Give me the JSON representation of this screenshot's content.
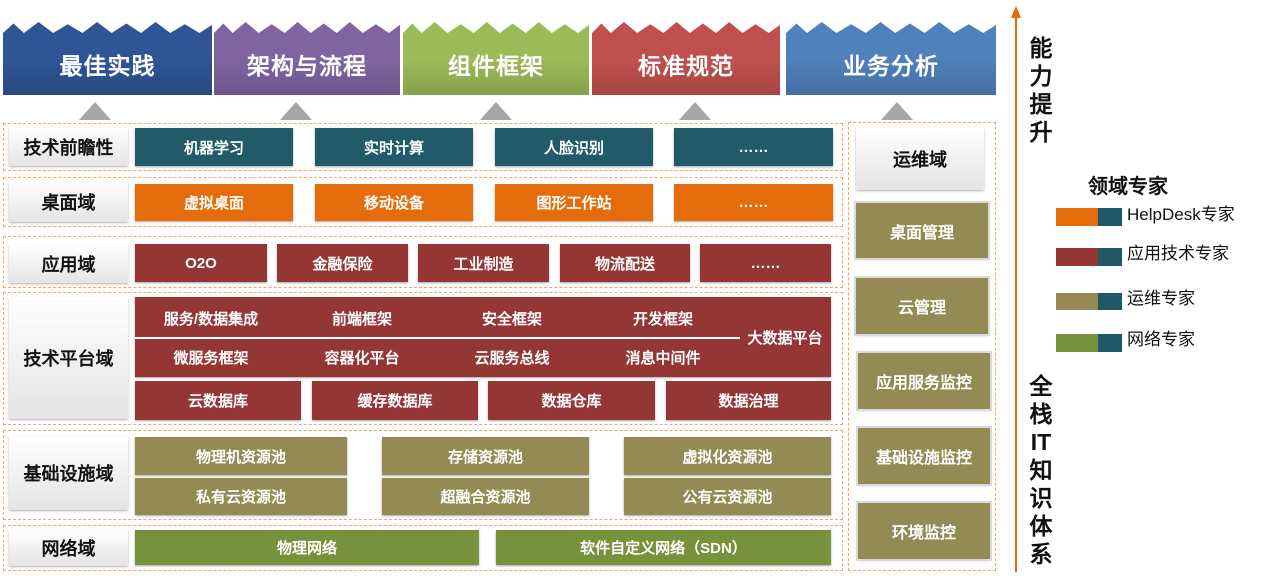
{
  "banner": [
    {
      "label": "最佳实践",
      "color": "#2F5597"
    },
    {
      "label": "架构与流程",
      "color": "#8064A2"
    },
    {
      "label": "组件框架",
      "color": "#9BBB59"
    },
    {
      "label": "标准规范",
      "color": "#C0504D"
    },
    {
      "label": "业务分析",
      "color": "#4F81BD"
    }
  ],
  "domains": {
    "tech_foresight": {
      "label": "技术前瞻性",
      "color": "#215A69",
      "items": [
        "机器学习",
        "实时计算",
        "人脸识别",
        "……"
      ]
    },
    "desktop": {
      "label": "桌面域",
      "color": "#E46C0A",
      "items": [
        "虚拟桌面",
        "移动设备",
        "图形工作站",
        "……"
      ]
    },
    "application": {
      "label": "应用域",
      "color": "#943634",
      "items": [
        "O2O",
        "金融保险",
        "工业制造",
        "物流配送",
        "……"
      ]
    },
    "tech_platform": {
      "label": "技术平台域",
      "color": "#943634",
      "middleware_row1": [
        "服务/数据集成",
        "前端框架",
        "安全框架",
        "开发框架"
      ],
      "middleware_row2": [
        "微服务框架",
        "容器化平台",
        "云服务总线",
        "消息中间件"
      ],
      "big_data": "大数据平台",
      "databases": [
        "云数据库",
        "缓存数据库",
        "数据仓库",
        "数据治理"
      ]
    },
    "infrastructure": {
      "label": "基础设施域",
      "color": "#948A54",
      "row1": [
        "物理机资源池",
        "存储资源池",
        "虚拟化资源池"
      ],
      "row2": [
        "私有云资源池",
        "超融合资源池",
        "公有云资源池"
      ]
    },
    "network": {
      "label": "网络域",
      "color": "#76923C",
      "items": [
        "物理网络",
        "软件自定义网络（SDN）"
      ]
    }
  },
  "operations": {
    "label": "运维域",
    "color": "#948A54",
    "items": [
      "桌面管理",
      "云管理",
      "应用服务监控",
      "基础设施监控",
      "环境监控"
    ]
  },
  "side_labels": {
    "capability": "能力提升",
    "knowledge_system": "全栈IT知识体系"
  },
  "legend": {
    "title": "领域专家",
    "accent": "#205867",
    "items": [
      {
        "label": "HelpDesk专家",
        "color": "#E46C0A"
      },
      {
        "label": "应用技术专家",
        "color": "#943634"
      },
      {
        "label": "运维专家",
        "color": "#948A54"
      },
      {
        "label": "网络专家",
        "color": "#76923C"
      }
    ]
  },
  "arrow_color": "#E46C0A"
}
